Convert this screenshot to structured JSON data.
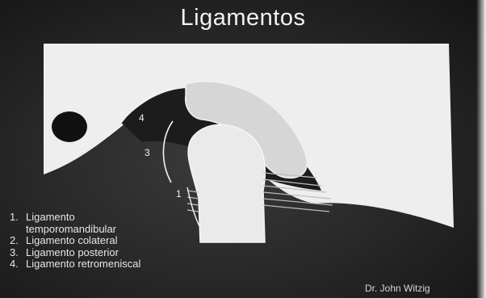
{
  "slide": {
    "title": "Ligamentos",
    "credit": "Dr. John Witzig"
  },
  "diagram": {
    "callouts": [
      "4",
      "3",
      "1"
    ]
  },
  "legend": {
    "items": [
      {
        "number": "1.",
        "label": "Ligamento temporomandibular"
      },
      {
        "number": "2.",
        "label": "Ligamento colateral"
      },
      {
        "number": "3.",
        "label": "Ligamento posterior"
      },
      {
        "number": "4.",
        "label": "Ligamento retromeniscal"
      }
    ]
  }
}
